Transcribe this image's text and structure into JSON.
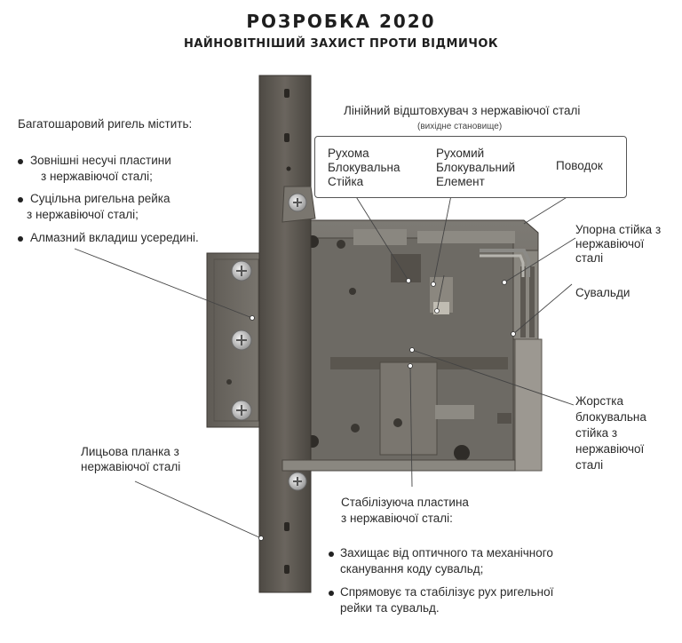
{
  "title": "РОЗРОБКА 2020",
  "subtitle": "НАЙНОВІТНІШИЙ ЗАХИСТ ПРОТИ ВІДМИЧОК",
  "left_block": {
    "heading": "Багатошаровий ригель містить:",
    "bullets": [
      {
        "line1": "Зовнішні несучі пластини",
        "line2": "з нержавіючої сталі;"
      },
      {
        "line1": "Суцільна ригельна рейка",
        "line2": "з нержавіючої сталі;"
      },
      {
        "line1": "Алмазний вкладиш усередині.",
        "line2": ""
      }
    ]
  },
  "repeller": {
    "title": "Лінійний відштовхувач з нержавіючої сталі",
    "note": "(вихідне становище)",
    "items": [
      {
        "lines": [
          "Рухома",
          "Блокувальна",
          "Стійка"
        ]
      },
      {
        "lines": [
          "Рухомий",
          "Блокувальний",
          "Елемент"
        ]
      },
      {
        "lines": [
          "Поводок"
        ]
      }
    ]
  },
  "right_labels": {
    "stop_post": [
      "Упорна стійка з",
      "нержавіючої",
      "сталі"
    ],
    "levers": [
      "Сувальди"
    ],
    "rigid_post": [
      "Жорстка",
      "блокувальна",
      "стійка з",
      "нержавіючої",
      "сталі"
    ]
  },
  "faceplate": [
    "Лицьова планка з",
    "нержавіючої сталі"
  ],
  "stabilizer": {
    "heading": [
      "Стабілізуюча пластина",
      "з нержавіючої сталі:"
    ],
    "bullets": [
      {
        "line1": "Захищає від оптичного та механічного",
        "line2": "сканування коду сувальд;"
      },
      {
        "line1": "Спрямовує та стабілізує рух ригельної",
        "line2": "рейки та сувальд."
      }
    ]
  },
  "colors": {
    "metal_dark": "#4a4640",
    "metal_mid": "#6f6b64",
    "metal_light": "#9c9891",
    "plate": "#5c5750",
    "screw": "#c9c9c9"
  }
}
